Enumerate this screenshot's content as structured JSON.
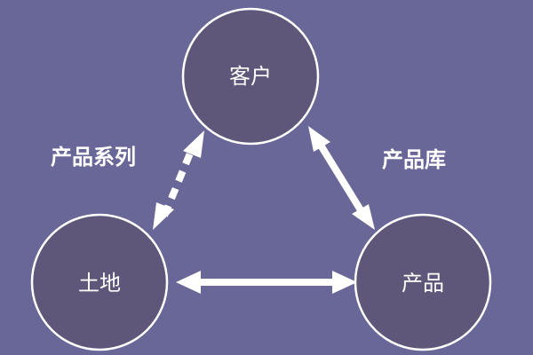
{
  "nodes": {
    "customer": "客户",
    "land": "土地",
    "product": "产品"
  },
  "edges": {
    "land_customer": {
      "label": "产品系列",
      "style": "dashed",
      "bidirectional": true
    },
    "customer_product": {
      "label": "产品库",
      "style": "solid",
      "bidirectional": true
    },
    "land_product": {
      "style": "solid",
      "bidirectional": true
    }
  },
  "colors": {
    "background": "#686798",
    "node_fill": "#5f5779",
    "stroke": "#ffffff",
    "text": "#ffffff"
  }
}
